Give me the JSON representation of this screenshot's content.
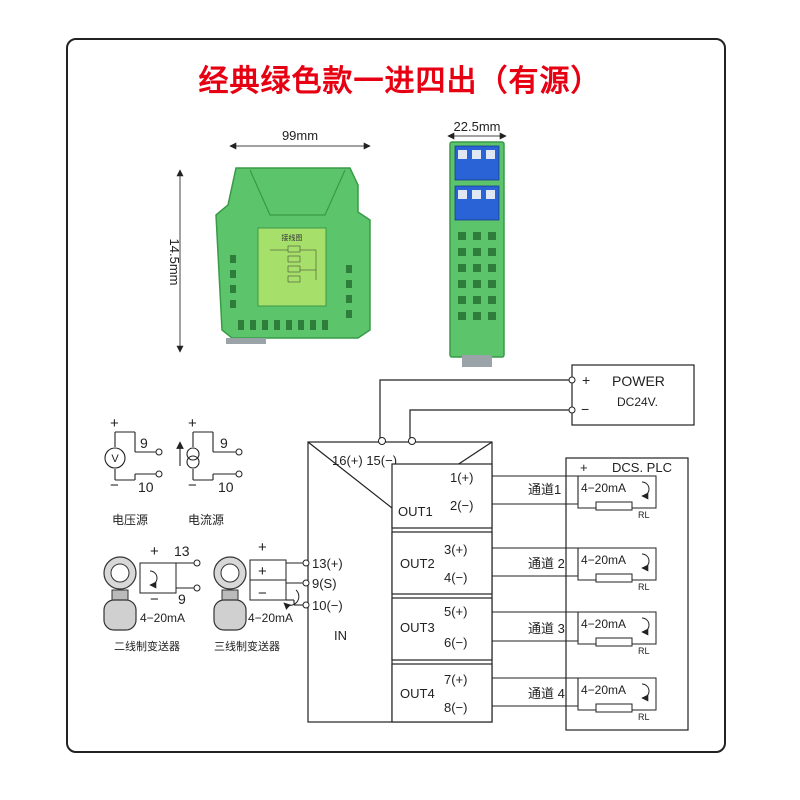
{
  "title": "经典绿色款一进四出（有源）",
  "dimensions": {
    "width": "99mm",
    "depth": "22.5mm",
    "height": "14.5mm"
  },
  "product_face_label": "接线图",
  "power": {
    "label": "POWER",
    "spec": "DC24V.",
    "plus": "+",
    "minus": "−"
  },
  "power_terminals": "16(+) 15(−)",
  "dcs": {
    "label": "DCS. PLC",
    "plus": "+"
  },
  "outputs": [
    {
      "block": "OUT1",
      "pos": "1(+)",
      "neg": "2(−)",
      "channel": "通道1",
      "signal": "4−20mA",
      "load": "RL"
    },
    {
      "block": "OUT2",
      "pos": "3(+)",
      "neg": "4(−)",
      "channel": "通道 2",
      "signal": "4−20mA",
      "load": "RL"
    },
    {
      "block": "OUT3",
      "pos": "5(+)",
      "neg": "6(−)",
      "channel": "通道 3",
      "signal": "4−20mA",
      "load": "RL"
    },
    {
      "block": "OUT4",
      "pos": "7(+)",
      "neg": "8(−)",
      "channel": "通道 4",
      "signal": "4−20mA",
      "load": "RL"
    }
  ],
  "input_terminals": {
    "t13": "13(+)",
    "t9": "9(S)",
    "t10": "10(−)",
    "in": "IN"
  },
  "sources": {
    "voltage": {
      "plus": "+",
      "minus": "−",
      "pin_a": "9",
      "pin_b": "10",
      "symbol": "V",
      "caption": "电压源"
    },
    "current": {
      "plus": "+",
      "minus": "−",
      "pin_a": "9",
      "pin_b": "10",
      "caption": "电流源"
    }
  },
  "transmitters": {
    "two_wire": {
      "plus": "+",
      "pin_a": "13",
      "minus": "−",
      "pin_b": "9",
      "signal": "4−20mA",
      "caption": "二线制变送器"
    },
    "three_wire": {
      "plus": "+",
      "plus2": "+",
      "minus": "−",
      "signal": "4−20mA",
      "caption": "三线制变送器"
    }
  },
  "colors": {
    "title": "#e60012",
    "module_green": "#5cc46a",
    "module_dark": "#3a9a48",
    "terminal_blue": "#2a63d6",
    "line": "#222222"
  }
}
